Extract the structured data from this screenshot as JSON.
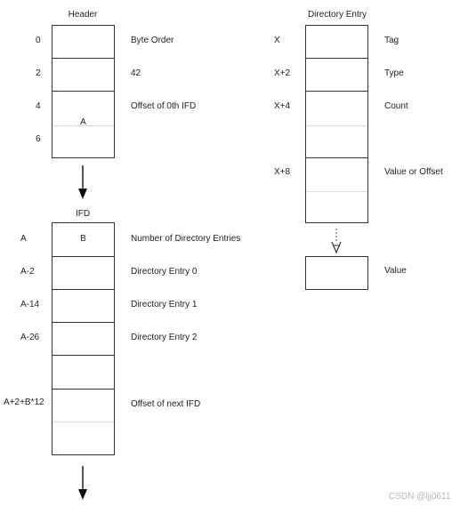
{
  "header": {
    "title": "Header",
    "offsets": [
      "0",
      "2",
      "4",
      "6"
    ],
    "fields": [
      "Byte Order",
      "42",
      "Offset of 0th IFD"
    ],
    "box_letter": "A"
  },
  "ifd": {
    "title": "IFD",
    "offsets": [
      "A",
      "A-2",
      "A-14",
      "A-26",
      "A+2+B*12"
    ],
    "fields": [
      "Number of Directory Entries",
      "Directory Entry 0",
      "Directory Entry 1",
      "Directory Entry 2",
      "Offset of next IFD"
    ],
    "box_letter": "B"
  },
  "directory_entry": {
    "title": "Directory Entry",
    "offsets": [
      "X",
      "X+2",
      "X+4",
      "X+8"
    ],
    "fields": [
      "Tag",
      "Type",
      "Count",
      "Value or Offset"
    ]
  },
  "value_box": {
    "label": "Value"
  },
  "watermark": "CSDN @ljj0611"
}
